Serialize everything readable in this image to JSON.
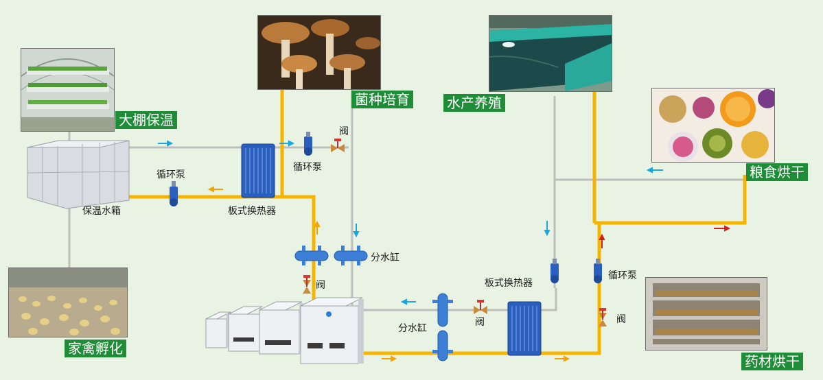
{
  "scenes": {
    "greenhouse": "大棚保温",
    "mushroom": "菌种培育",
    "aquaculture": "水产养殖",
    "grain_drying": "粮食烘干",
    "poultry": "家禽孵化",
    "herb_drying": "药材烘干"
  },
  "labels": {
    "pump_left": "循环泵",
    "pump_top": "循环泵",
    "pump_right": "循环泵",
    "tank": "保温水箱",
    "heat_exchanger_top": "板式换热器",
    "heat_exchanger_bottom": "板式换热器",
    "valve_top": "阀",
    "valve_left": "阀",
    "valve_mid": "阀",
    "valve_right": "阀",
    "manifold_top": "分水缸",
    "manifold_bottom": "分水缸"
  },
  "colors": {
    "background": "#e9f3e4",
    "hot_pipe": "#f4b400",
    "return_pipe": "#c9c9c9",
    "tag_green": "#1f8c37",
    "arrow_blue": "#19a7e0",
    "arrow_orange": "#f4a400",
    "arrow_red": "#d62020",
    "equipment_blue": "#2a5fbf"
  }
}
